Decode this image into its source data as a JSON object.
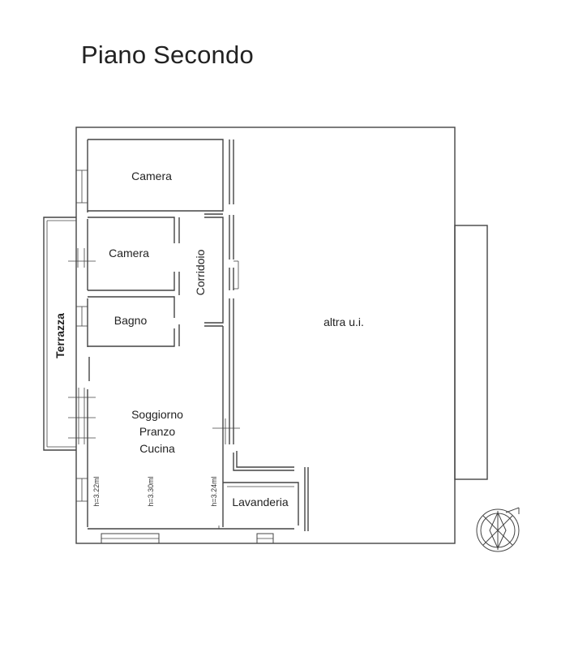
{
  "title": "Piano Secondo",
  "rooms": {
    "camera_1": "Camera",
    "camera_2": "Camera",
    "corridoio": "Corridoio",
    "bagno": "Bagno",
    "terrazza": "Terrazza",
    "altra_ui": "altra u.i.",
    "soggiorno": [
      "Soggiorno",
      "Pranzo",
      "Cucina"
    ],
    "lavanderia": "Lavanderia"
  },
  "heights": [
    "h=3.22ml",
    "h=3.30ml",
    "h=3.24ml"
  ],
  "compass_icon": "north-arrow-icon"
}
